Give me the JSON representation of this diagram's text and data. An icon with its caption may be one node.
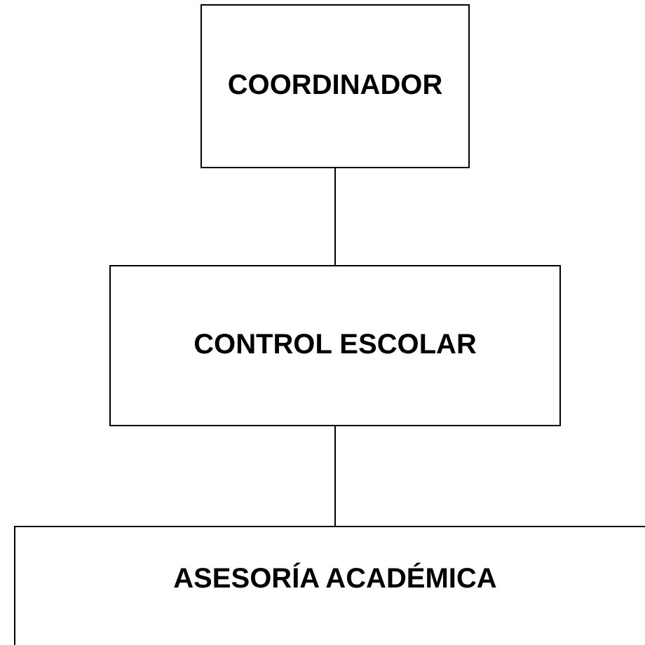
{
  "diagram": {
    "nodes": [
      {
        "text": [
          "COORDINADOR"
        ]
      },
      {
        "text": [
          "CONTROL ESCOLAR"
        ]
      },
      {
        "text": [
          "ASESORÍA ACADÉMICA"
        ]
      }
    ],
    "edges": [
      {
        "from": 0,
        "to": 1,
        "arrow": "none"
      },
      {
        "from": 1,
        "to": 2,
        "arrow": "none"
      }
    ]
  }
}
